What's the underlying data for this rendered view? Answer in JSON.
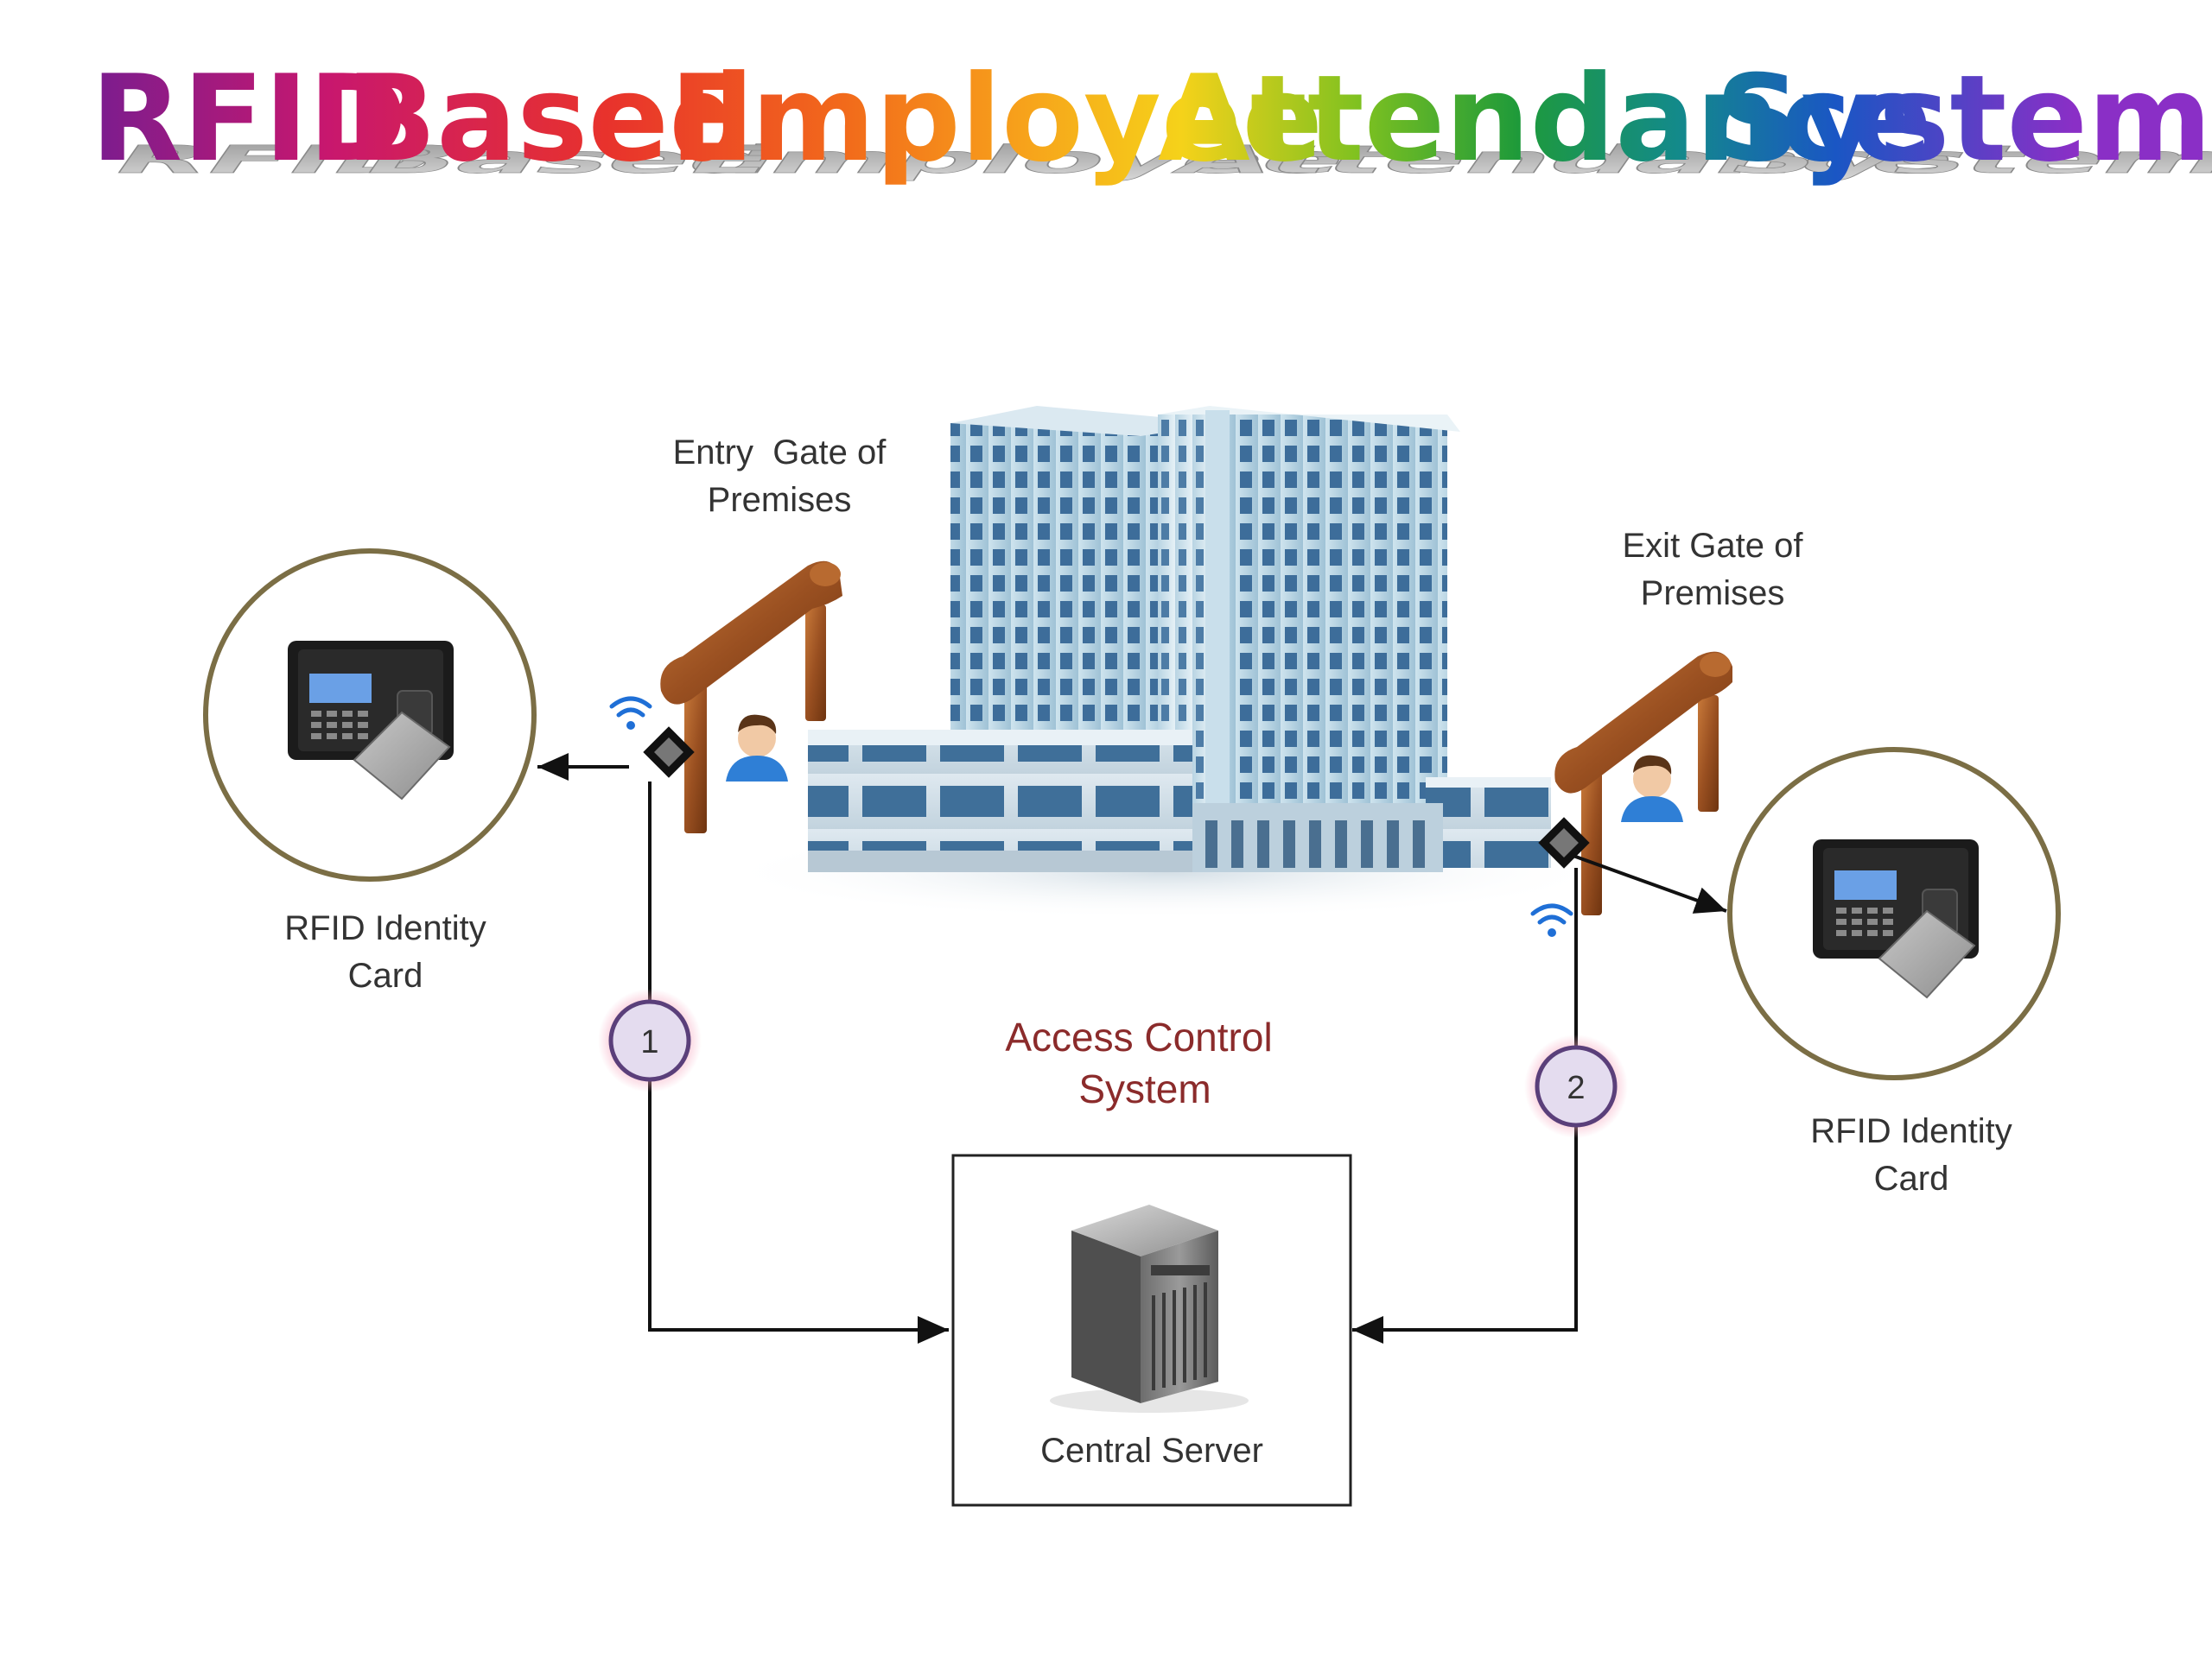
{
  "title": {
    "words": [
      "RFID",
      "Based",
      "Employee",
      "Attendance",
      "System"
    ]
  },
  "entry_gate": {
    "label_line1": "Entry  Gate of",
    "label_line2": "Premises"
  },
  "exit_gate": {
    "label_line1": "Exit Gate of",
    "label_line2": "Premises"
  },
  "left_card": {
    "label_line1": "RFID Identity",
    "label_line2": "Card"
  },
  "right_card": {
    "label_line1": "RFID Identity",
    "label_line2": "Card"
  },
  "access_control": {
    "label_line1": "Access Control",
    "label_line2": "System"
  },
  "server": {
    "label": "Central Server"
  },
  "badges": {
    "one": "1",
    "two": "2"
  }
}
